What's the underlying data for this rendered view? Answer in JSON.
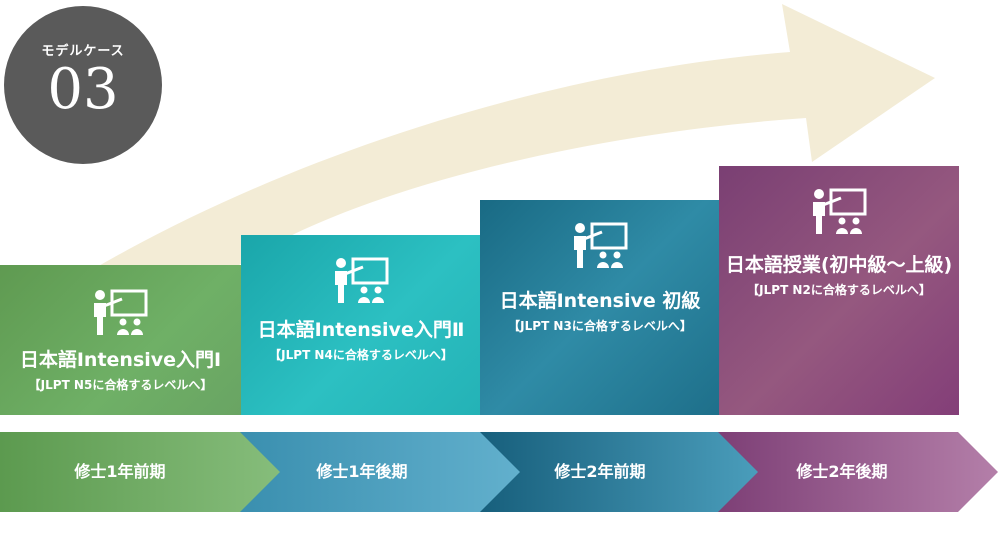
{
  "badge": {
    "label": "モデルケース",
    "number": "03"
  },
  "blocks": [
    {
      "title": "日本語Intensive入門Ⅰ",
      "subtitle": "【JLPT N5に合格するレベルへ】",
      "color": "#6aa85c",
      "icon": "teacher-whiteboard-icon"
    },
    {
      "title": "日本語Intensive入門Ⅱ",
      "subtitle": "【JLPT N4に合格するレベルへ】",
      "color": "#2bbbbf",
      "icon": "teacher-whiteboard-icon"
    },
    {
      "title": "日本語Intensive 初級",
      "subtitle": "【JLPT N3に合格するレベルへ】",
      "color": "#237b97",
      "icon": "teacher-whiteboard-icon"
    },
    {
      "title": "日本語授業(初中級～上級)",
      "subtitle": "【JLPT N2に合格するレベルへ】",
      "color": "#8b4a7d",
      "icon": "teacher-whiteboard-icon"
    }
  ],
  "timeline": [
    {
      "label": "修士1年前期",
      "color": "#6fae63"
    },
    {
      "label": "修士1年後期",
      "color": "#3f9fb9"
    },
    {
      "label": "修士2年前期",
      "color": "#2d7fa0"
    },
    {
      "label": "修士2年後期",
      "color": "#a66a99"
    }
  ],
  "colors": {
    "arrow": "#f3ecd6",
    "badge": "#5a5a5a"
  }
}
